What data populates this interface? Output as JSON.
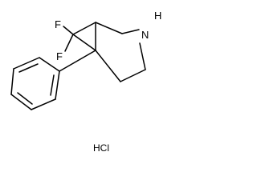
{
  "structure": {
    "atoms": {
      "fluorine_top": "F",
      "fluorine_bottom": "F",
      "nitrogen": "N",
      "nitrogen_hydrogen": "H"
    },
    "salt": "HCl"
  }
}
